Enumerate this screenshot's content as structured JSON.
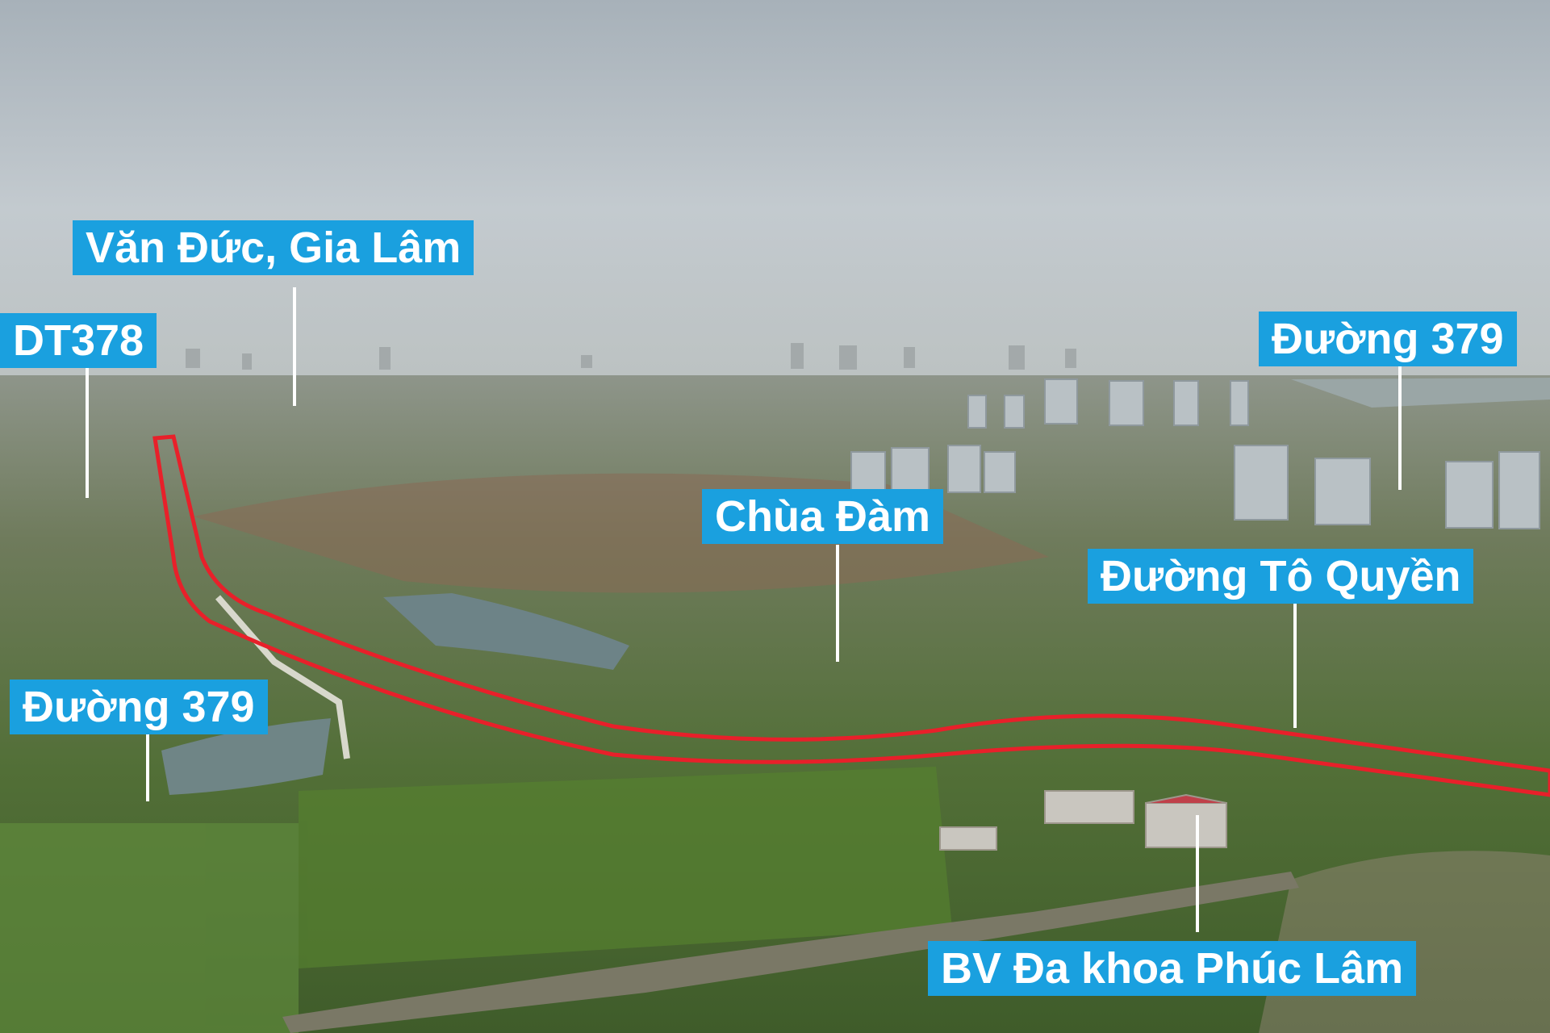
{
  "photo": {
    "colors": {
      "sky_top": "#a9b3bb",
      "sky_mid": "#c5ccd1",
      "haze": "#b9bfbf",
      "fields": "#4f6e34",
      "route": "#e8202a",
      "label_bg": "#1aa0df",
      "label_text": "#ffffff"
    }
  },
  "labels": [
    {
      "id": "van-duc",
      "text": "Văn Đức, Gia Lâm"
    },
    {
      "id": "dt378",
      "text": "DT378"
    },
    {
      "id": "duong-379-right",
      "text": "Đường 379"
    },
    {
      "id": "chua-dam",
      "text": "Chùa Đàm"
    },
    {
      "id": "duong-to-quyen",
      "text": "Đường Tô Quyền"
    },
    {
      "id": "duong-379-left",
      "text": "Đường 379"
    },
    {
      "id": "bv-phuc-lam",
      "text": "BV Đa khoa Phúc Lâm"
    }
  ]
}
